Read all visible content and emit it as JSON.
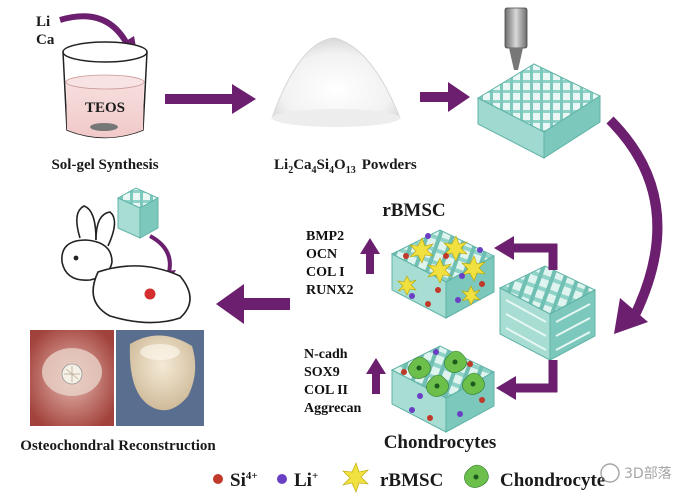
{
  "sol_gel": {
    "element_li": "Li",
    "element_ca": "Ca",
    "beaker_content": "TEOS",
    "caption": "Sol-gel Synthesis"
  },
  "powders": {
    "formula_parts": [
      "Li",
      "2",
      "Ca",
      "4",
      "Si",
      "4",
      "O",
      "13"
    ],
    "caption_suffix": "Powders"
  },
  "rbmsc": {
    "title": "rBMSC",
    "markers": [
      "BMP2",
      "OCN",
      "COL I",
      "RUNX2"
    ]
  },
  "chondrocytes": {
    "title": "Chondrocytes",
    "markers": [
      "N-cadh",
      "SOX9",
      "COL II",
      "Aggrecan"
    ]
  },
  "reconstruction": {
    "caption": "Osteochondral Reconstruction"
  },
  "legend": {
    "si": "Si",
    "si_sup": "4+",
    "li": "Li",
    "li_sup": "+",
    "rbmsc": "rBMSC",
    "chondrocyte": "Chondrocyte"
  },
  "watermark": "3D部落",
  "colors": {
    "arrow_purple": "#6b1f6e",
    "scaffold_teal": "#8fd3c8",
    "scaffold_edge": "#5fb3a6",
    "si_ion": "#c0392b",
    "li_ion": "#6a3fc4",
    "rbmsc_cell": "#f0e040",
    "chondrocyte_cell": "#6bbf4a",
    "chondrocyte_nucleus": "#1e5a1e"
  }
}
